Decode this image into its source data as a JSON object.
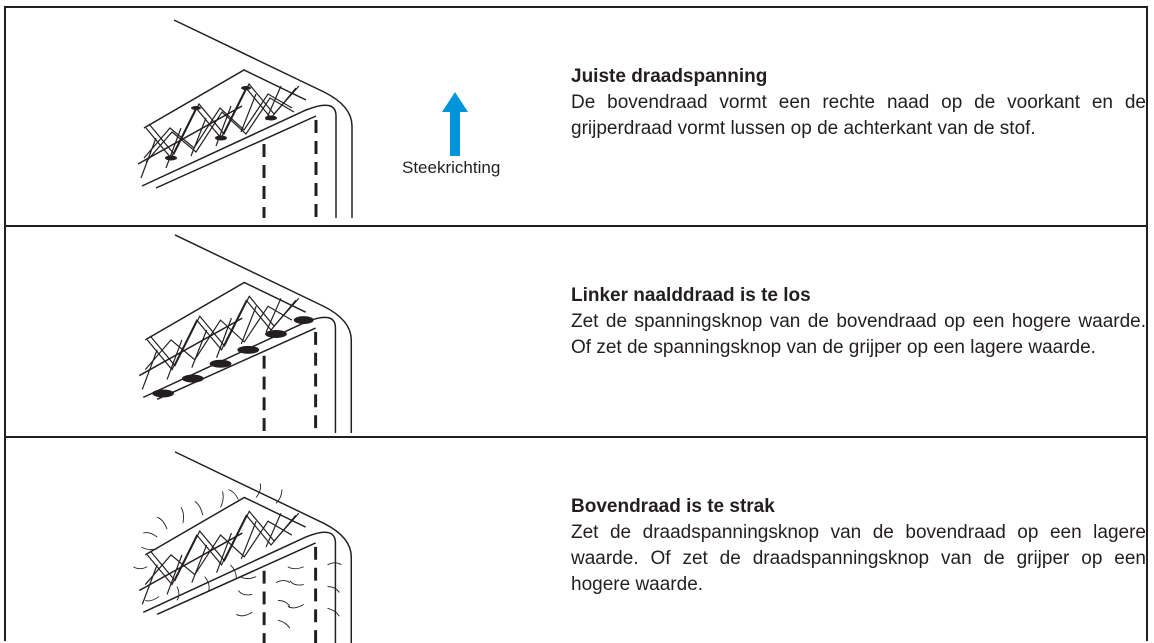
{
  "sections": [
    {
      "title": "Juiste draadspanning",
      "body": "De bovendraad vormt een rechte naad op de voorkant en de grijperdraad vormt lussen op de achterkant van de stof.",
      "direction_label": "Steekrichting",
      "arrow_color": "#0095da"
    },
    {
      "title": "Linker naalddraad is te los",
      "body": "Zet de spanningsknop van de bovendraad op een hogere waarde. Of zet de spanningsknop van de grijper op een lagere waarde."
    },
    {
      "title": "Bovendraad is te strak",
      "body": "Zet de draadspanningsknop van de bovendraad op een lagere waarde. Of zet de draadspanningsknop van de grijper op een hogere waarde."
    }
  ]
}
